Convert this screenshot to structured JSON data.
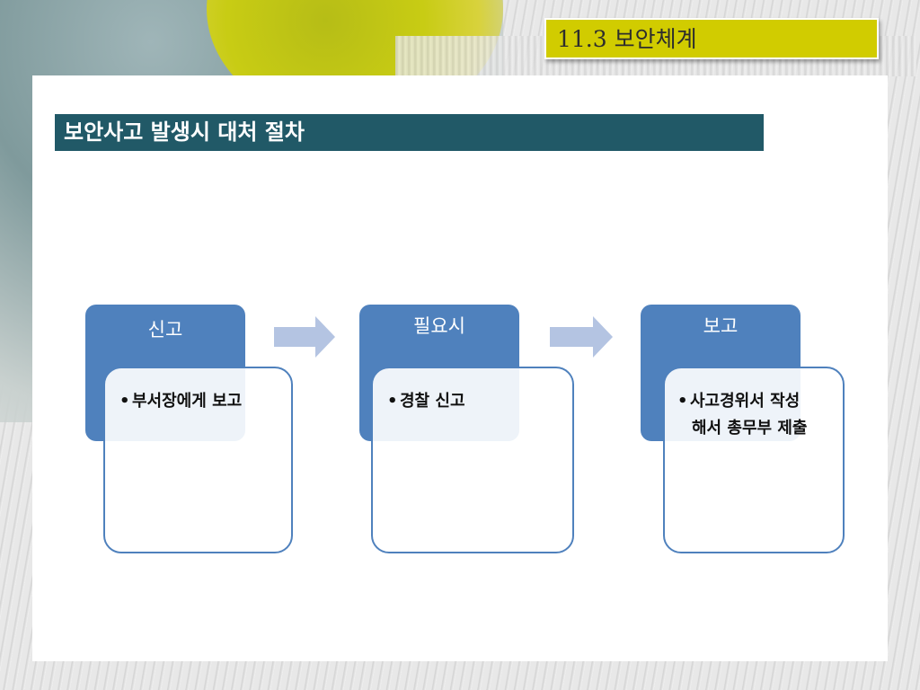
{
  "section": {
    "label": "11.3 보안체계"
  },
  "title": {
    "text": "보안사고 발생시 대처 절차"
  },
  "steps": [
    {
      "header": "신고",
      "bullet": "부서장에게 보고"
    },
    {
      "header": "필요시",
      "bullet": "경찰 신고"
    },
    {
      "header": "보고",
      "bullet_lines": [
        "사고경위서 작성",
        "해서 총무부 제출"
      ]
    }
  ],
  "colors": {
    "header_fill": "#4f81bd",
    "arrow_fill": "#b4c4e2",
    "title_bar": "#215967",
    "badge": "#d1cc00"
  }
}
